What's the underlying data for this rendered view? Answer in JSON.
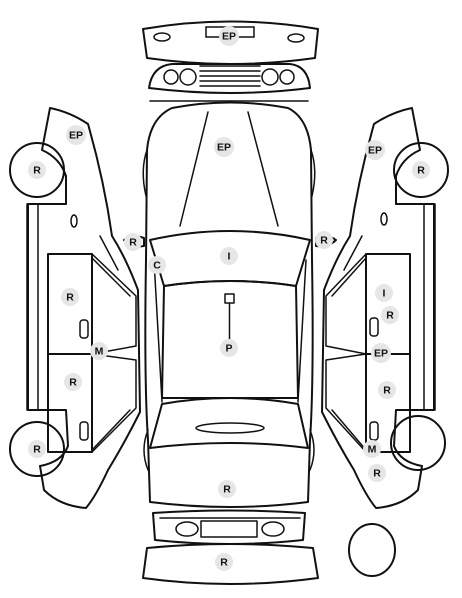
{
  "diagram": {
    "title": "",
    "markers": [
      {
        "id": "rear-bumper-ep",
        "label": "EP"
      },
      {
        "id": "hood-ep",
        "label": "EP"
      },
      {
        "id": "left-front-fender-ep",
        "label": "EP"
      },
      {
        "id": "right-front-fender-ep",
        "label": "EP"
      },
      {
        "id": "left-front-wheel-r",
        "label": "R"
      },
      {
        "id": "right-front-wheel-r",
        "label": "R"
      },
      {
        "id": "left-mirror-r",
        "label": "R"
      },
      {
        "id": "right-mirror-r",
        "label": "R"
      },
      {
        "id": "a-pillar-c",
        "label": "C"
      },
      {
        "id": "windshield-i",
        "label": "I"
      },
      {
        "id": "left-front-door-r",
        "label": "R"
      },
      {
        "id": "right-front-door-i",
        "label": "I"
      },
      {
        "id": "right-front-door-r",
        "label": "R"
      },
      {
        "id": "left-b-pillar-m",
        "label": "M"
      },
      {
        "id": "roof-p",
        "label": "P"
      },
      {
        "id": "right-b-pillar-ep",
        "label": "EP"
      },
      {
        "id": "left-rear-door-r",
        "label": "R"
      },
      {
        "id": "right-rear-door-r",
        "label": "R"
      },
      {
        "id": "left-rear-wheel-r",
        "label": "R"
      },
      {
        "id": "right-rear-m",
        "label": "M"
      },
      {
        "id": "right-rear-wheel-r",
        "label": "R"
      },
      {
        "id": "trunk-r",
        "label": "R"
      },
      {
        "id": "front-bumper-r",
        "label": "R"
      }
    ]
  },
  "colors": {
    "line": "#111111",
    "marker_fill": "#e6e6e6"
  },
  "icons": [
    "spare-wheel-icon"
  ]
}
